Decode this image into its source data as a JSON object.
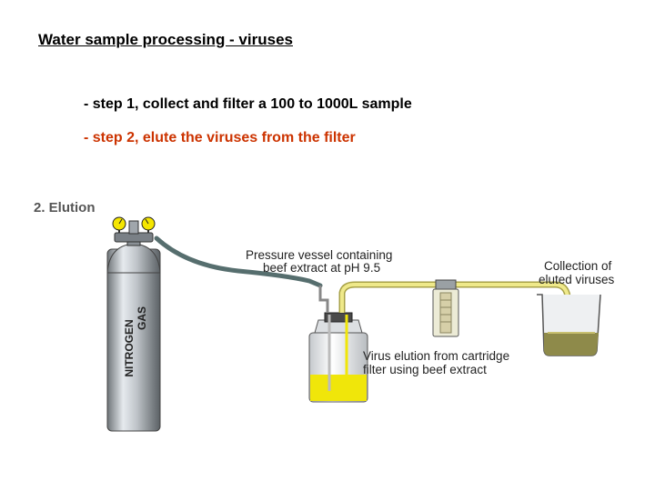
{
  "slide": {
    "title": "Water sample processing - viruses",
    "steps": [
      "- step 1, collect and filter a 100 to 1000L sample",
      "- step 2, elute the viruses from the filter"
    ]
  },
  "diagram": {
    "section_label": "2. Elution",
    "tank_label": [
      "NITROGEN",
      "GAS"
    ],
    "labels": {
      "pressure_vessel": [
        "Pressure vessel containing",
        "beef extract at pH 9.5"
      ],
      "collection": [
        "Collection of",
        "eluted viruses"
      ],
      "elution": [
        "Virus elution from cartridge",
        "filter using beef extract"
      ]
    }
  },
  "colors": {
    "step2_text": "#cc3300",
    "liquid": "#f0e60a",
    "tubing": "#e6e07a",
    "gas_hose": "#566e6e",
    "eluate": "#8e8a4a"
  }
}
